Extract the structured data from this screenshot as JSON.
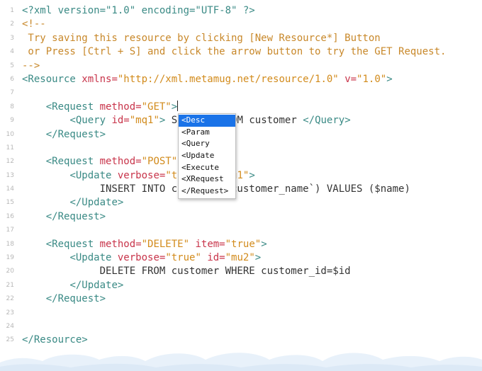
{
  "editor": {
    "line_numbers": [
      "1",
      "2",
      "3",
      "4",
      "5",
      "6",
      "7",
      "8",
      "9",
      "10",
      "11",
      "12",
      "13",
      "14",
      "15",
      "16",
      "17",
      "18",
      "19",
      "20",
      "21",
      "22",
      "23",
      "24",
      "25"
    ],
    "lines": [
      [
        {
          "t": "tag",
          "v": "<?xml version=\"1.0\" encoding=\"UTF-8\" ?>"
        }
      ],
      [
        {
          "t": "comment",
          "v": "<!--"
        }
      ],
      [
        {
          "t": "comment",
          "v": " Try saving this resource by clicking [New Resource*] Button"
        }
      ],
      [
        {
          "t": "comment",
          "v": " or Press [Ctrl + S] and click the arrow button to try the GET Request."
        }
      ],
      [
        {
          "t": "comment",
          "v": "-->"
        }
      ],
      [
        {
          "t": "tag",
          "v": "<Resource "
        },
        {
          "t": "attr",
          "v": "xmlns="
        },
        {
          "t": "val",
          "v": "\"http://xml.metamug.net/resource/1.0\""
        },
        {
          "t": "txt",
          "v": " "
        },
        {
          "t": "attr",
          "v": "v="
        },
        {
          "t": "val",
          "v": "\"1.0\""
        },
        {
          "t": "tag",
          "v": ">"
        }
      ],
      [],
      [
        {
          "t": "txt",
          "v": "    "
        },
        {
          "t": "tag",
          "v": "<Request "
        },
        {
          "t": "attr",
          "v": "method="
        },
        {
          "t": "val",
          "v": "\"GET\""
        },
        {
          "t": "tag",
          "v": ">"
        },
        {
          "t": "cursor",
          "v": ""
        }
      ],
      [
        {
          "t": "txt",
          "v": "        "
        },
        {
          "t": "tag",
          "v": "<Query "
        },
        {
          "t": "attr",
          "v": "id="
        },
        {
          "t": "val",
          "v": "\"mq1\""
        },
        {
          "t": "tag",
          "v": ">"
        },
        {
          "t": "txt",
          "v": " S         OM customer "
        },
        {
          "t": "tag",
          "v": "</Query>"
        }
      ],
      [
        {
          "t": "txt",
          "v": "    "
        },
        {
          "t": "tag",
          "v": "</Request>"
        }
      ],
      [],
      [
        {
          "t": "txt",
          "v": "    "
        },
        {
          "t": "tag",
          "v": "<Request "
        },
        {
          "t": "attr",
          "v": "method="
        },
        {
          "t": "val",
          "v": "\"POST\""
        }
      ],
      [
        {
          "t": "txt",
          "v": "        "
        },
        {
          "t": "tag",
          "v": "<Update "
        },
        {
          "t": "attr",
          "v": "verbose="
        },
        {
          "t": "val",
          "v": "\"t"
        },
        {
          "t": "txt",
          "v": "         "
        },
        {
          "t": "val",
          "v": "u1\""
        },
        {
          "t": "tag",
          "v": ">"
        }
      ],
      [
        {
          "t": "txt",
          "v": "             INSERT INTO c         customer_name`) VALUES ($name)"
        }
      ],
      [
        {
          "t": "txt",
          "v": "        "
        },
        {
          "t": "tag",
          "v": "</Update>"
        }
      ],
      [
        {
          "t": "txt",
          "v": "    "
        },
        {
          "t": "tag",
          "v": "</Request>"
        }
      ],
      [],
      [
        {
          "t": "txt",
          "v": "    "
        },
        {
          "t": "tag",
          "v": "<Request "
        },
        {
          "t": "attr",
          "v": "method="
        },
        {
          "t": "val",
          "v": "\"DELETE\""
        },
        {
          "t": "txt",
          "v": " "
        },
        {
          "t": "attr",
          "v": "item="
        },
        {
          "t": "val",
          "v": "\"true\""
        },
        {
          "t": "tag",
          "v": ">"
        }
      ],
      [
        {
          "t": "txt",
          "v": "        "
        },
        {
          "t": "tag",
          "v": "<Update "
        },
        {
          "t": "attr",
          "v": "verbose="
        },
        {
          "t": "val",
          "v": "\"true\""
        },
        {
          "t": "txt",
          "v": " "
        },
        {
          "t": "attr",
          "v": "id="
        },
        {
          "t": "val",
          "v": "\"mu2\""
        },
        {
          "t": "tag",
          "v": ">"
        }
      ],
      [
        {
          "t": "txt",
          "v": "             DELETE FROM customer WHERE customer_id=$id"
        }
      ],
      [
        {
          "t": "txt",
          "v": "        "
        },
        {
          "t": "tag",
          "v": "</Update>"
        }
      ],
      [
        {
          "t": "txt",
          "v": "    "
        },
        {
          "t": "tag",
          "v": "</Request>"
        }
      ],
      [],
      [],
      [
        {
          "t": "tag",
          "v": "</Resource>"
        }
      ]
    ]
  },
  "autocomplete": {
    "items": [
      "<Desc",
      "<Param",
      "<Query",
      "<Update",
      "<Execute",
      "<XRequest",
      "</Request>"
    ],
    "selected_index": 0
  },
  "colors": {
    "tag": "#3a8a85",
    "attr": "#c8344a",
    "value": "#d28b1c",
    "comment": "#c8882a",
    "selection": "#1a73e8",
    "clouds": "#e3eef8"
  }
}
